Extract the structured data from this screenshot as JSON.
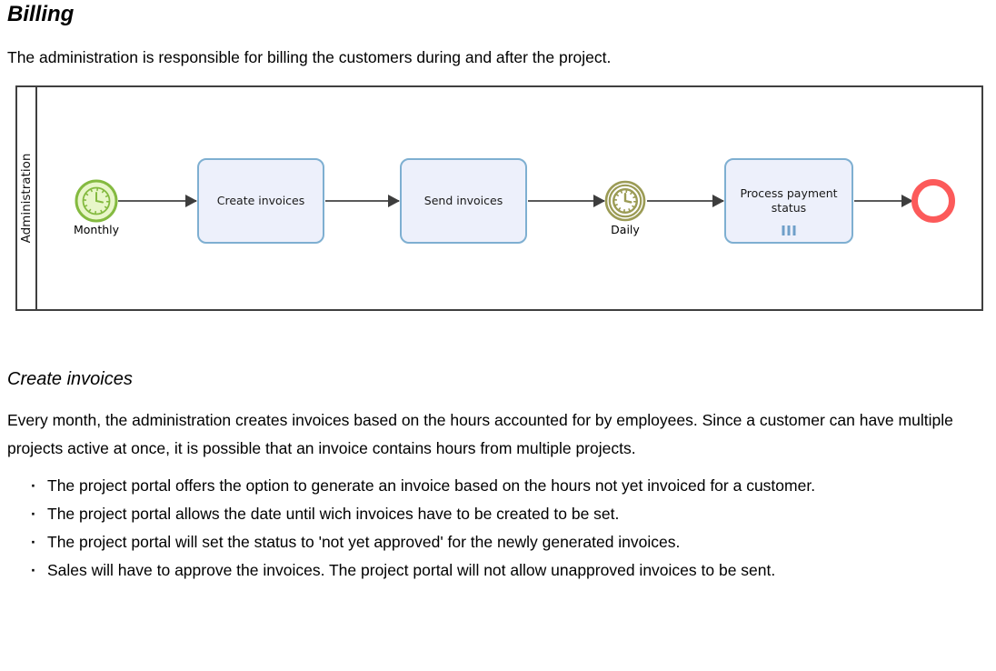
{
  "page": {
    "title": "Billing",
    "intro": "The administration is responsible for billing the customers during and after the project."
  },
  "diagram": {
    "lane_label": "Administration",
    "start_event": {
      "label": "Monthly",
      "icon": "timer-start-icon",
      "color": "#84ba40",
      "fill": "#e8f6c9"
    },
    "intermediate_event": {
      "label": "Daily",
      "icon": "timer-intermediate-icon",
      "color": "#9b9b55"
    },
    "end_event": {
      "icon": "end-event-circle-icon",
      "color": "#fc5a5a"
    },
    "tasks": [
      {
        "label": "Create invoices"
      },
      {
        "label": "Send invoices"
      },
      {
        "label": "Process payment status",
        "marker": "parallel-multi-instance"
      }
    ],
    "colors": {
      "task_fill": "#edf0fb",
      "task_border": "#7eafd1",
      "flow": "#5a5a5a",
      "multi_instance_marker": "#6f9fc9",
      "pool_border": "#3f3f3f"
    }
  },
  "section": {
    "heading": "Create invoices",
    "paragraph": "Every month, the administration creates invoices based on the hours accounted for by employees. Since a customer can have multiple projects active at once, it is possible that an invoice contains hours from multiple projects.",
    "bullets": [
      "The project portal offers the option to generate an invoice based on the hours not yet invoiced for a customer.",
      "The project portal allows the date until wich invoices have to be created to be set.",
      "The project portal will set the status to 'not yet approved' for the newly generated invoices.",
      "Sales will have to approve the invoices. The project portal will not allow unapproved invoices to be sent."
    ]
  }
}
